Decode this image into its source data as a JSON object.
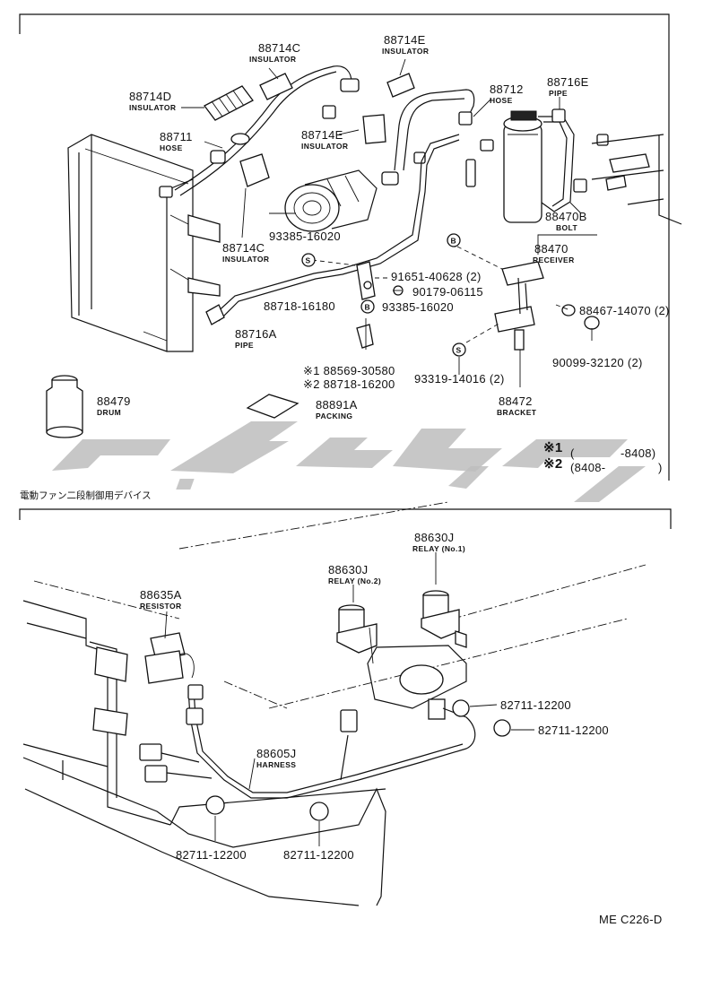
{
  "parts": {
    "p88714C_top": {
      "number": "88714C",
      "name": "INSULATOR"
    },
    "p88714E_top": {
      "number": "88714E",
      "name": "INSULATOR"
    },
    "p88714D": {
      "number": "88714D",
      "name": "INSULATOR"
    },
    "p88711": {
      "number": "88711",
      "name": "HOSE"
    },
    "p88714E_mid": {
      "number": "88714E",
      "name": "INSULATOR"
    },
    "p88712": {
      "number": "88712",
      "name": "HOSE"
    },
    "p88716E": {
      "number": "88716E",
      "name": "PIPE"
    },
    "p88470B": {
      "number": "88470B",
      "name": "BOLT"
    },
    "p88470": {
      "number": "88470",
      "name": "RECEIVER"
    },
    "p88714C_low": {
      "number": "88714C",
      "name": "INSULATOR"
    },
    "p93385_16020_a": {
      "number": "93385-16020"
    },
    "p91651": {
      "number": "91651-40628 (2)"
    },
    "p90179": {
      "number": "90179-06115"
    },
    "p88467": {
      "number": "88467-14070 (2)"
    },
    "p88718_16180": {
      "number": "88718-16180"
    },
    "p93385_16020_b": {
      "number": "93385-16020"
    },
    "p88716A": {
      "number": "88716A",
      "name": "PIPE"
    },
    "p90099": {
      "number": "90099-32120 (2)"
    },
    "p88569": {
      "number": "※1 88569-30580"
    },
    "p88718_16200": {
      "number": "※2 88718-16200"
    },
    "p93319": {
      "number": "93319-14016 (2)"
    },
    "p88472": {
      "number": "88472",
      "name": "BRACKET"
    },
    "p88479": {
      "number": "88479",
      "name": "DRUM"
    },
    "p88891A": {
      "number": "88891A",
      "name": "PACKING"
    },
    "p88630J_1": {
      "number": "88630J",
      "name": "RELAY (No.1)"
    },
    "p88630J_2": {
      "number": "88630J",
      "name": "RELAY (No.2)"
    },
    "p88635A": {
      "number": "88635A",
      "name": "RESISTOR"
    },
    "p82711_a": {
      "number": "82711-12200"
    },
    "p82711_b": {
      "number": "82711-12200"
    },
    "p88605J": {
      "number": "88605J",
      "name": "HARNESS"
    },
    "p82711_c": {
      "number": "82711-12200"
    },
    "p82711_d": {
      "number": "82711-12200"
    }
  },
  "markers": {
    "s": "S",
    "b": "B"
  },
  "notes": {
    "n1_mark": "※1",
    "n1_open": "(",
    "n1_range": "-8408)",
    "n2_mark": "※2",
    "n2_range": "(8408-",
    "n2_close": ")"
  },
  "section_title": "電動ファン二段制御用デバイス",
  "diagram_code": "ME C226-D",
  "watermark": {
    "color": "#bdbdbd"
  }
}
